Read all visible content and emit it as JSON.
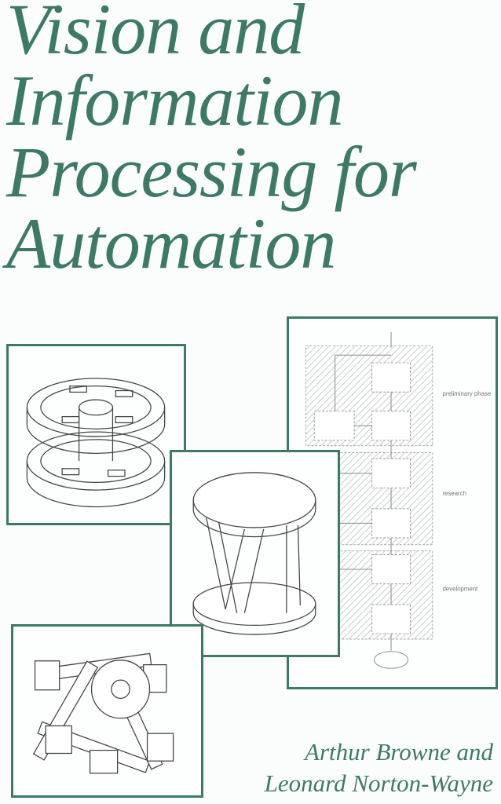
{
  "cover": {
    "title_lines": [
      "Vision and",
      "Information",
      "Processing for",
      "Automation"
    ],
    "authors": [
      "Arthur Browne and",
      "Leonard Norton-Wayne"
    ],
    "accent_color": "#3d7a66"
  },
  "flowchart": {
    "phases": [
      "preliminary phase",
      "research",
      "development"
    ]
  }
}
